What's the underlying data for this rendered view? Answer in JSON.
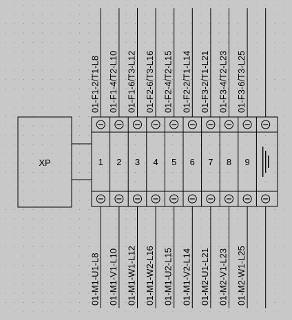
{
  "colors": {
    "canvas": "#c8c8c8",
    "grid_dot": "#8a8a8a",
    "line": "#000000",
    "terminal_fill": "#c8c8c8"
  },
  "xp_block": {
    "label": "XP"
  },
  "terminals": {
    "numbers": [
      "1",
      "2",
      "3",
      "4",
      "5",
      "6",
      "7",
      "8",
      "9"
    ],
    "ground_icon": "ground-icon",
    "screw_icon": "screw-icon"
  },
  "wires_top": [
    "01-F1-2/T1-L8",
    "01-F1-4/T2-L10",
    "01-F1-6/T3-L12",
    "01-F2-6/T3-L16",
    "01-F2-4/T2-L15",
    "01-F2-2/T1-L14",
    "01-F3-2/T1-L21",
    "01-F3-4/T2-L23",
    "01-F3-6/T3-L25"
  ],
  "wires_bottom": [
    "01-M1-U1-L8",
    "01-M1-V1-L10",
    "01-M1-W1-L12",
    "01-M1-W2-L16",
    "01-M1-U2-L15",
    "01-M1-V2-L14",
    "01-M2-U1-L21",
    "01-M2-V1-L23",
    "01-M2-W1-L25"
  ]
}
